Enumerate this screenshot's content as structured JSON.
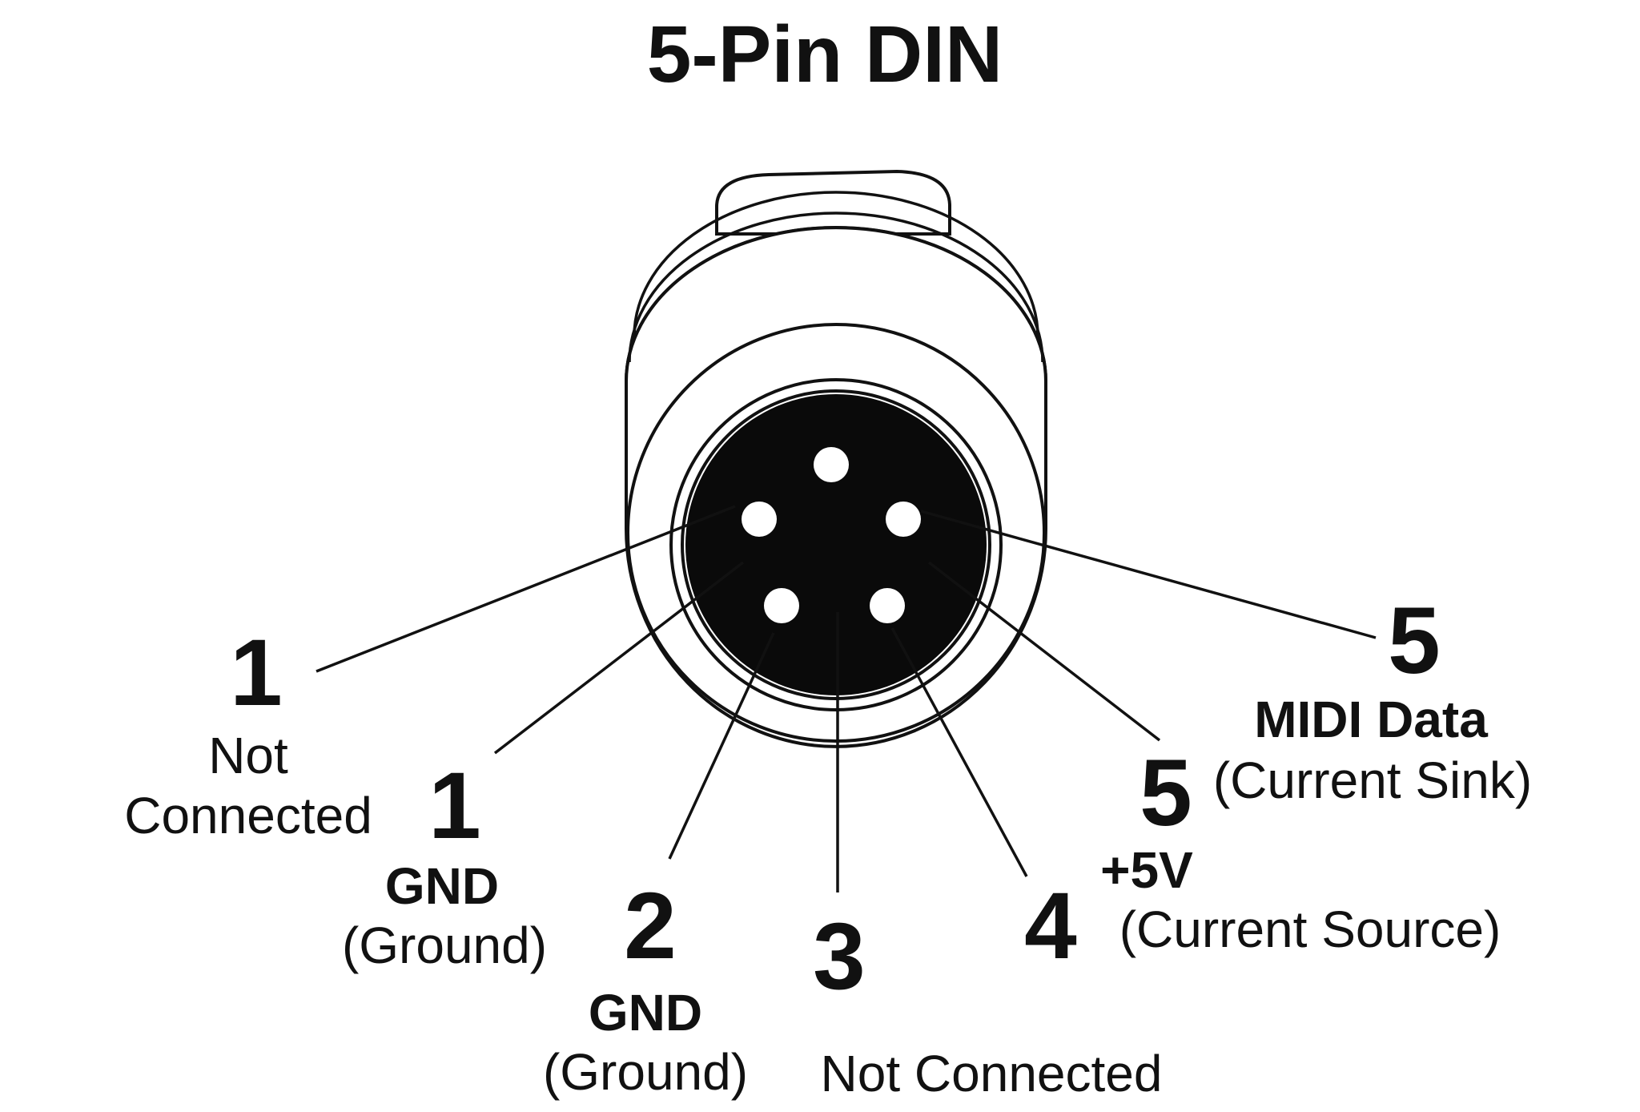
{
  "title": "5-Pin DIN",
  "colors": {
    "ink": "#111111",
    "face": "#0a0a0a",
    "pin": "#ffffff",
    "background": "#ffffff"
  },
  "labels": {
    "left_outer": {
      "number": "1",
      "lines": [
        "Not",
        "Connected"
      ]
    },
    "left_inner": {
      "number": "1",
      "name": "GND",
      "desc": "(Ground)"
    },
    "bottom_left": {
      "number": "2",
      "name": "GND",
      "desc": "(Ground)"
    },
    "bottom_center": {
      "number": "3",
      "desc": "Not Connected"
    },
    "bottom_right": {
      "number": "4"
    },
    "right_inner": {
      "number": "5",
      "name": "+5V",
      "desc": "(Current Source)"
    },
    "right_outer": {
      "number": "5",
      "name": "MIDI Data",
      "desc": "(Current Sink)"
    }
  }
}
